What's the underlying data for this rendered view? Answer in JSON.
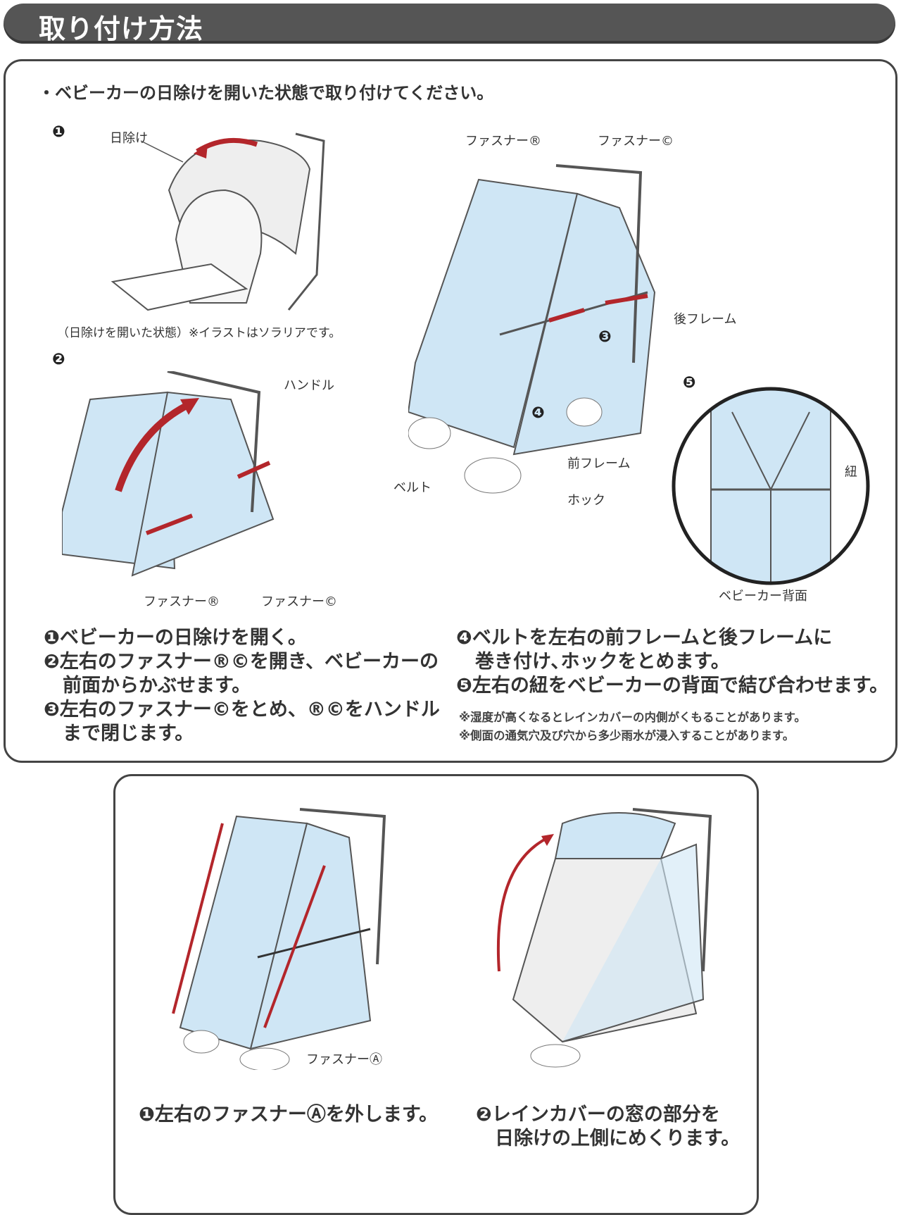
{
  "header": {
    "title": "取り付け方法"
  },
  "section1": {
    "intro": "・ベビーカーの日除けを開いた状態で取り付けてください。",
    "fig1": {
      "number": "❶",
      "label_canopy": "日除け",
      "caption": "（日除けを開いた状態）※イラストはソラリアです。"
    },
    "fig2": {
      "number": "❷",
      "label_handle": "ハンドル",
      "label_zipper_b": "ファスナー®",
      "label_zipper_c": "ファスナー©"
    },
    "fig3": {
      "label_zipper_b": "ファスナー®",
      "label_zipper_c": "ファスナー©",
      "label_rear_frame": "後フレーム",
      "num3": "❸",
      "num4": "❹",
      "label_front_frame": "前フレーム",
      "label_belt": "ベルト",
      "label_hook": "ホック"
    },
    "fig5": {
      "number": "❺",
      "label_string": "紐",
      "caption": "ベビーカー背面"
    },
    "steps_left": [
      "❶ベビーカーの日除けを開く。",
      "❷左右のファスナー®©を開き、ベビーカーの",
      "　前面からかぶせます。",
      "❸左右のファスナー©をとめ、®©をハンドル",
      "　まで閉じます。"
    ],
    "steps_right": [
      "❹ベルトを左右の前フレームと後フレームに",
      "　巻き付け､ホックをとめます。",
      "❺左右の紐をベビーカーの背面で結び合わせます。"
    ],
    "notes": [
      "※湿度が高くなるとレインカバーの内側がくもることがあります。",
      "※側面の通気穴及び穴から多少雨水が浸入することがあります。"
    ]
  },
  "section2": {
    "label_zipper_a": "ファスナーⒶ",
    "step1": "❶左右のファスナーⒶを外します。",
    "step2_line1": "❷レインカバーの窓の部分を",
    "step2_line2": "　日除けの上側にめくります。"
  },
  "colors": {
    "cover": "#cfe6f5",
    "arrow": "#b3262b",
    "header": "#555555"
  }
}
